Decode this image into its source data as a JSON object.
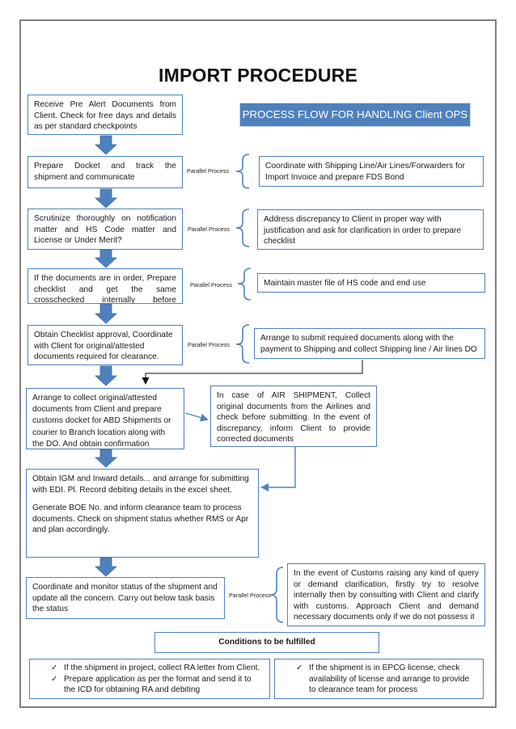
{
  "title": "IMPORT PROCEDURE",
  "banner": "PROCESS FLOW FOR HANDLING Client OPS",
  "parallel_label": "Parallel Process",
  "steps": [
    "Receive Pre Alert Documents from Client. Check for free days and details as per standard checkpoints",
    "Prepare Docket and track the shipment and communicate",
    "Scrutinize thoroughly on notification matter and HS Code matter and License or Under Merit?",
    "If the documents are in order, Prepare checklist and get the same crosschecked internally before sending for approval",
    "Obtain Checklist approval, Coordinate with Client for original/attested documents required for clearance.",
    "Arrange to collect original/attested documents from Client and prepare customs docket for ABD Shipments or courier to Branch location along with the DO. And obtain confirmation",
    "Obtain IGM and Inward details... and arrange for submitting with EDI. Pl. Record debiting details in the excel sheet.",
    "Generate BOE No. and inform clearance team to process documents. Check on shipment status whether RMS or Apr and plan accordingly.",
    "Coordinate and monitor status of the shipment and update all the concern. Carry out below task basis the status"
  ],
  "parallel": [
    "Coordinate with Shipping Line/Air Lines/Forwarders for Import Invoice and prepare FDS Bond",
    "Address discrepancy to Client in proper way with justification and ask for clarification in order to prepare checklist",
    "Maintain master file of HS code and end use",
    "Arrange to submit required documents along with the payment to Shipping and collect Shipping line / Air lines DO",
    "In the event of Customs raising any kind of query or demand clarification, firstly try to resolve internally then by consulting with Client and clarify with customs. Approach Client and demand necessary documents only if we do not possess it"
  ],
  "air_shipment": "In case of AIR SHIPMENT, Collect original documents from the Airlines and check before submitting. In the event of discrepancy, inform Client to provide corrected documents",
  "conditions": {
    "heading": "Conditions to be fulfilled",
    "left": [
      "If the shipment in project, collect RA letter from Client.",
      "Prepare application as per the format and send it to the ICD for obtaining RA and debiting"
    ],
    "right": [
      "If the shipment is in EPCG license, check availability of license and arrange to provide to clearance team for process"
    ]
  },
  "colors": {
    "box_border": "#4f81bd",
    "banner_fill": "#4f81bd",
    "arrow_fill": "#4f81bd"
  }
}
